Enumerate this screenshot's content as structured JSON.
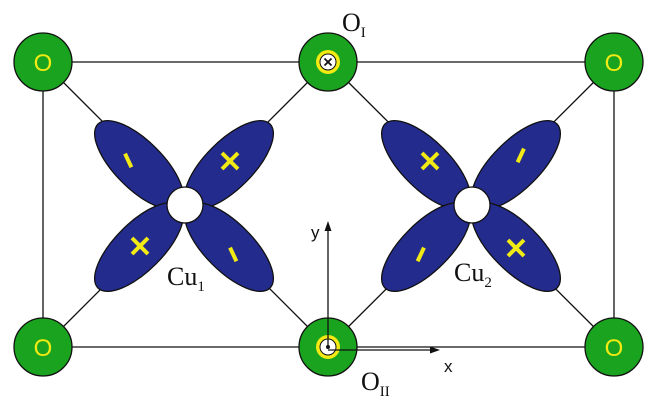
{
  "colors": {
    "oxygen_fill": "#1aa31e",
    "oxygen_label": "#f2ea14",
    "orbital_fill": "#232b8d",
    "orbital_sign": "#f2ea14",
    "copper_fill": "#ffffff",
    "outline": "#111111"
  },
  "oxygen": {
    "corner_label": "O",
    "top_label": {
      "main": "O",
      "sub": "I"
    },
    "bottom_label": {
      "main": "O",
      "sub": "II"
    }
  },
  "copper": [
    {
      "main": "Cu",
      "sub": "1",
      "lobe_signs": [
        "-",
        "×",
        "×",
        "-"
      ]
    },
    {
      "main": "Cu",
      "sub": "2",
      "lobe_signs": [
        "×",
        "-",
        "-",
        "×"
      ]
    }
  ],
  "axes": {
    "x_label": "x",
    "y_label": "y"
  },
  "icons": {
    "top_center": "cross-in-circle-icon",
    "bottom_center": "dot-in-circle-icon"
  }
}
